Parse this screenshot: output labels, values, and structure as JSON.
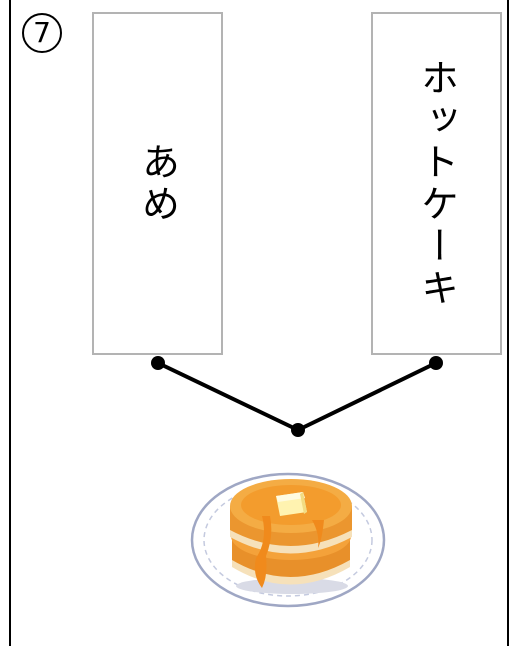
{
  "question": {
    "number": "7"
  },
  "cards": [
    {
      "label": "あめ"
    },
    {
      "label": "ホットケーキ"
    }
  ],
  "picture": {
    "subject": "pancake-icon"
  },
  "colors": {
    "card_border": "#b3b3b3",
    "line": "#000000",
    "pancake": "#f2a93b",
    "syrup": "#f08a1c",
    "butter": "#fff3b0",
    "plate_edge": "#9fa7c4"
  }
}
